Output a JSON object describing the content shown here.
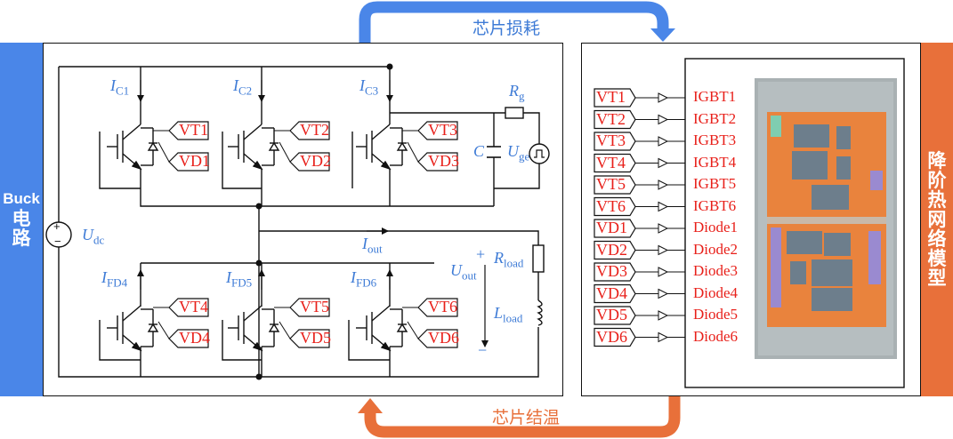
{
  "left_panel": {
    "line1": "Buck",
    "line2": "电",
    "line3": "路"
  },
  "right_panel": {
    "chars": [
      "降",
      "阶",
      "热",
      "网",
      "络",
      "模",
      "型"
    ]
  },
  "arrows": {
    "top_label": "芯片损耗",
    "bottom_label": "芯片结温",
    "top_color": "#4a86e8",
    "bottom_color": "#e8703a"
  },
  "circuit": {
    "collector_currents": [
      "C1",
      "C2",
      "C3"
    ],
    "diode_currents": [
      "FD4",
      "FD5",
      "FD6"
    ],
    "upper_vt": [
      "VT1",
      "VT2",
      "VT3"
    ],
    "upper_vd": [
      "VD1",
      "VD2",
      "VD3"
    ],
    "lower_vt": [
      "VT4",
      "VT5",
      "VT6"
    ],
    "lower_vd": [
      "VD4",
      "VD5",
      "VD6"
    ],
    "current_symbol": "I",
    "rg": {
      "sym": "R",
      "sub": "g"
    },
    "cap": "C",
    "uge": {
      "sym": "U",
      "sub": "ge"
    },
    "udc": {
      "sym": "U",
      "sub": "dc"
    },
    "iout": {
      "sym": "I",
      "sub": "out"
    },
    "uout": {
      "sym": "U",
      "sub": "out"
    },
    "rload": {
      "sym": "R",
      "sub": "load"
    },
    "lload": {
      "sym": "L",
      "sub": "load"
    },
    "plus": "+",
    "minus": "−"
  },
  "thermal": {
    "inputs": [
      "VT1",
      "VT2",
      "VT3",
      "VT4",
      "VT5",
      "VT6",
      "VD1",
      "VD2",
      "VD3",
      "VD4",
      "VD5",
      "VD6"
    ],
    "outputs": [
      "IGBT1",
      "IGBT2",
      "IGBT3",
      "IGBT4",
      "IGBT5",
      "IGBT6",
      "Diode1",
      "Diode2",
      "Diode3",
      "Diode4",
      "Diode5",
      "Diode6"
    ]
  }
}
